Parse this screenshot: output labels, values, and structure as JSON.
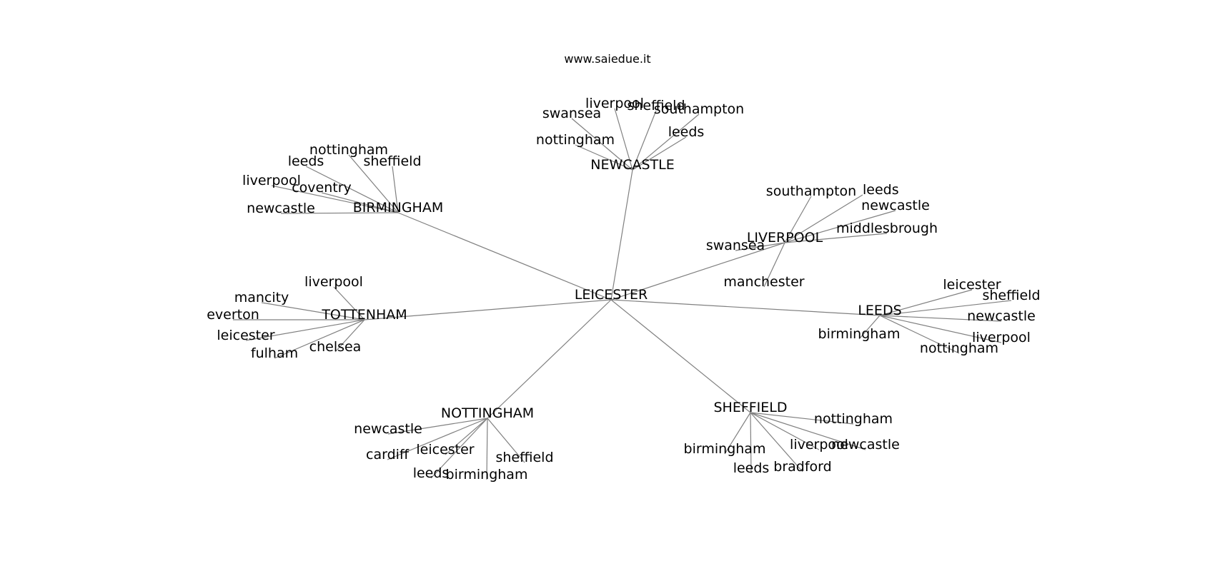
{
  "header": {
    "site": "www.saiedue.it"
  },
  "graph": {
    "center": "LEICESTER",
    "hubs": [
      {
        "id": "NEWCASTLE",
        "label": "NEWCASTLE",
        "leaves": [
          "swansea",
          "liverpool",
          "sheffield",
          "southampton",
          "nottingham",
          "leeds"
        ]
      },
      {
        "id": "BIRMINGHAM",
        "label": "BIRMINGHAM",
        "leaves": [
          "nottingham",
          "leeds",
          "sheffield",
          "liverpool",
          "coventry",
          "newcastle"
        ]
      },
      {
        "id": "LIVERPOOL",
        "label": "LIVERPOOL",
        "leaves": [
          "southampton",
          "leeds",
          "newcastle",
          "middlesbrough",
          "swansea",
          "manchester"
        ]
      },
      {
        "id": "TOTTENHAM",
        "label": "TOTTENHAM",
        "leaves": [
          "liverpool",
          "mancity",
          "everton",
          "leicester",
          "chelsea",
          "fulham"
        ]
      },
      {
        "id": "LEEDS",
        "label": "LEEDS",
        "leaves": [
          "leicester",
          "sheffield",
          "newcastle",
          "birmingham",
          "liverpool",
          "nottingham"
        ]
      },
      {
        "id": "NOTTINGHAM",
        "label": "NOTTINGHAM",
        "leaves": [
          "newcastle",
          "cardiff",
          "leicester",
          "sheffield",
          "leeds",
          "birmingham"
        ]
      },
      {
        "id": "SHEFFIELD",
        "label": "SHEFFIELD",
        "leaves": [
          "nottingham",
          "birmingham",
          "liverpool",
          "newcastle",
          "leeds",
          "bradford"
        ]
      }
    ]
  }
}
